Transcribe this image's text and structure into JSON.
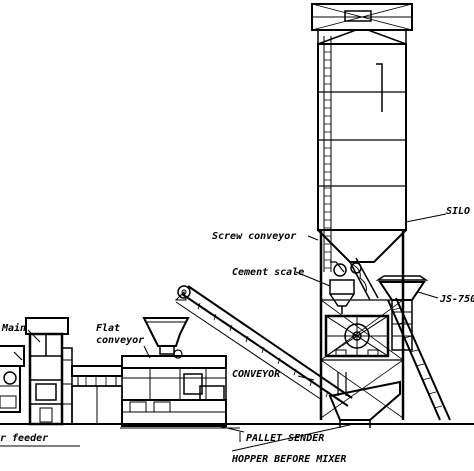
{
  "labels": {
    "silo": "SILO",
    "screw_conveyor": "Screw conveyor",
    "cement_scale": "Cement scale",
    "mixer": "JS-750",
    "main": "Main",
    "flat_conveyor_line1": "Flat",
    "flat_conveyor_line2": "conveyor",
    "conveyor": "CONVEYOR",
    "pallet_sender": "PALLET SENDER",
    "hopper_before_mixer": "HOPPER BEFORE MIXER",
    "feeder": "r feeder"
  },
  "colors": {
    "ink": "#000000",
    "background": "#ffffff"
  }
}
